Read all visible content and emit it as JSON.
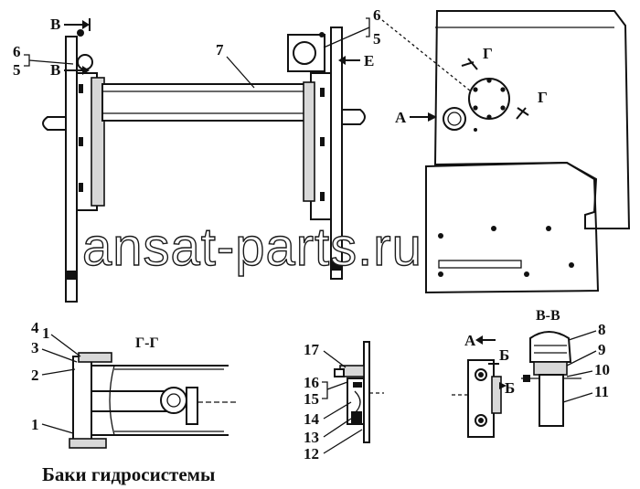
{
  "caption": "Баки гидросистемы",
  "watermark": "ansat-parts.ru",
  "sections": {
    "gg": "Г-Г",
    "vv": "В-В"
  },
  "view_marks": {
    "b_top": "В",
    "b_mid": "В",
    "e": "Е",
    "a_top": "А",
    "g_top": "Г",
    "g_right": "Г",
    "a_bottom": "А",
    "b_upper": "Б",
    "b_lower": "Б"
  },
  "part_numbers": {
    "p6_left": "6",
    "p5_left": "5",
    "p7": "7",
    "p6_right": "6",
    "p5_right": "5",
    "p4": "4",
    "p1_top": "1",
    "p3": "3",
    "p2": "2",
    "p1_bottom": "1",
    "p17": "17",
    "p16": "16",
    "p15": "15",
    "p14": "14",
    "p13": "13",
    "p12": "12",
    "p8": "8",
    "p9": "9",
    "p10": "10",
    "p11": "11"
  }
}
